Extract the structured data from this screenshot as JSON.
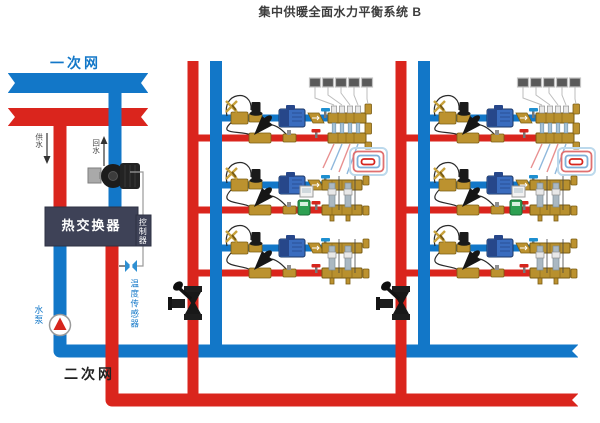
{
  "title": "集中供暖全面水力平衡系统 B",
  "labels": {
    "primary_network": "一次网",
    "secondary_network": "二次网",
    "heat_exchanger": "热交换器",
    "controller": "控制器",
    "temperature_sensor": "温度传感器",
    "water_pump": "水泵",
    "primary_supply": "供水",
    "primary_return": "回水"
  },
  "colors": {
    "supply_pipe_red": "#da251d",
    "return_pipe_blue": "#1277c8",
    "equipment_box": "#3e4257",
    "brass_fitting": "#bc922f",
    "background": "#ffffff"
  }
}
